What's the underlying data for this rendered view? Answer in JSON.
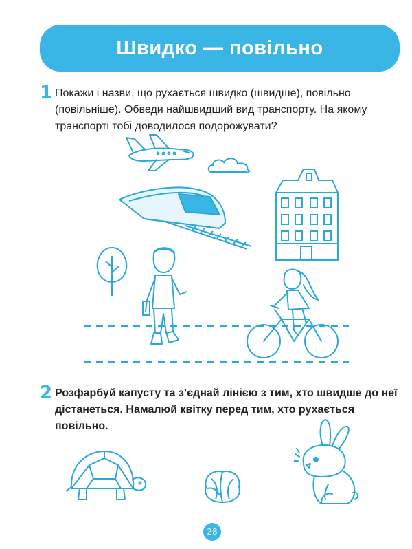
{
  "title": "Швидко — повільно",
  "tasks": [
    {
      "number": "1",
      "text": "Покажи і назви, що рухається швидко (швидше), повільно (повільніше). Обведи найшвидший вид транспорту. На якому транспорті тобі доводилося подорожувати?"
    },
    {
      "number": "2",
      "text": "Розфарбуй капусту та з’єднай лінією з тим, хто швидше до неї дістанеться.  Намалюй квітку перед тим, хто рухається повільно."
    }
  ],
  "page_number": "28",
  "illustrations": {
    "task1": [
      "airplane-icon",
      "cloud-icon",
      "train-icon",
      "building-icon",
      "tree-icon",
      "walking-boy-icon",
      "girl-on-bicycle-icon",
      "dashed-road"
    ],
    "task2": [
      "turtle-icon",
      "cabbage-icon",
      "rabbit-icon"
    ]
  },
  "colors": {
    "accent": "#39b6e6",
    "line": "#2aa8da"
  }
}
